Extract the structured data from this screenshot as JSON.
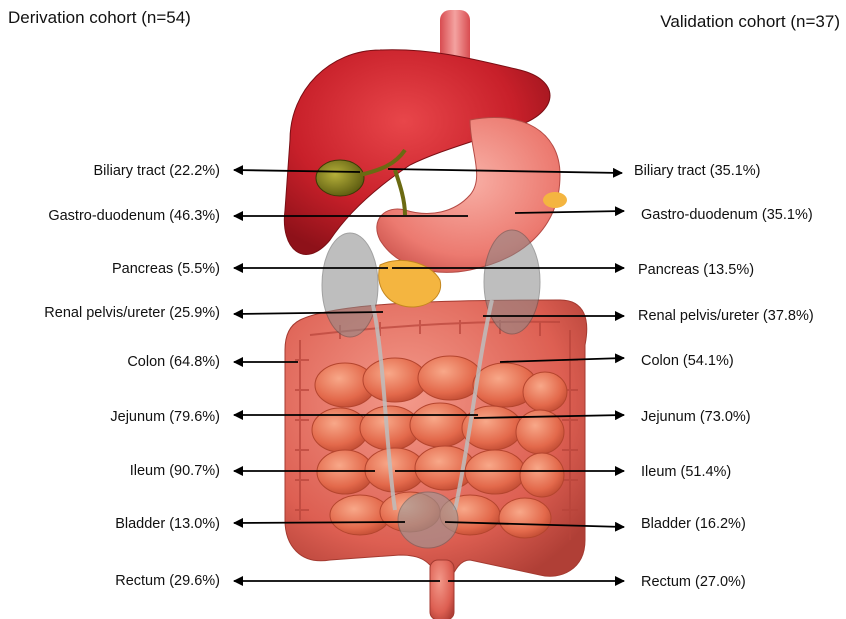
{
  "cohorts": {
    "left": "Derivation cohort (n=54)",
    "right": "Validation cohort (n=37)"
  },
  "organs": [
    {
      "left_label": "Biliary tract (22.2%)",
      "right_label": "Biliary tract (35.1%)"
    },
    {
      "left_label": "Gastro-duodenum (46.3%)",
      "right_label": "Gastro-duodenum (35.1%)"
    },
    {
      "left_label": "Pancreas (5.5%)",
      "right_label": "Pancreas (13.5%)"
    },
    {
      "left_label": "Renal pelvis/ureter (25.9%)",
      "right_label": "Renal pelvis/ureter  (37.8%)"
    },
    {
      "left_label": "Colon (64.8%)",
      "right_label": "Colon (54.1%)"
    },
    {
      "left_label": "Jejunum (79.6%)",
      "right_label": "Jejunum (73.0%)"
    },
    {
      "left_label": "Ileum (90.7%)",
      "right_label": "Ileum (51.4%)"
    },
    {
      "left_label": "Bladder (13.0%)",
      "right_label": "Bladder (16.2%)"
    },
    {
      "left_label": "Rectum (29.6%)",
      "right_label": "Rectum (27.0%)"
    }
  ],
  "colors": {
    "liver": "#c8202a",
    "stomach": "#ef7f7a",
    "intestine": "#e0664a",
    "gallbladder": "#6b6a12",
    "pancreas": "#f4b540",
    "kidney_overlay": "#8a8a8a",
    "arrow": "#000000"
  }
}
